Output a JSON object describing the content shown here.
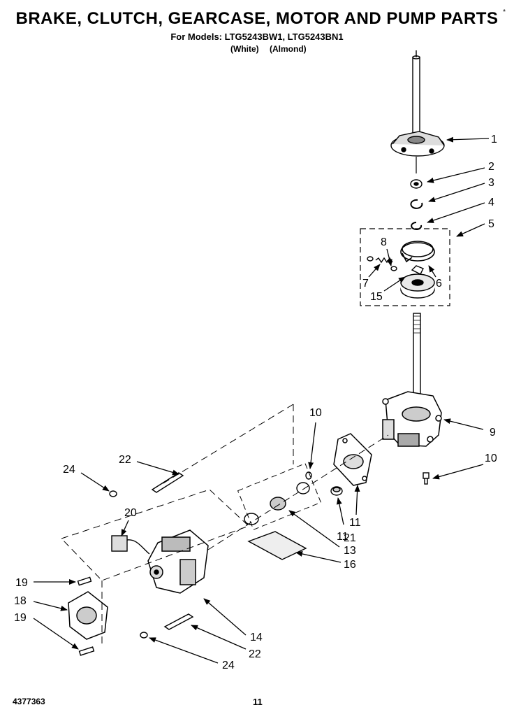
{
  "header": {
    "title": "BRAKE, CLUTCH, GEARCASE, MOTOR AND PUMP PARTS",
    "models_line": "For Models: LTG5243BW1, LTG5243BN1",
    "color_white": "(White)",
    "color_almond": "(Almond)",
    "corner_mark": "*"
  },
  "footer": {
    "document_number": "4377363",
    "page_number": "11"
  },
  "callouts": [
    "1",
    "2",
    "3",
    "4",
    "5",
    "6",
    "7",
    "8",
    "9",
    "10",
    "10",
    "11",
    "11",
    "13",
    "14",
    "15",
    "16",
    "18",
    "19",
    "19",
    "20",
    "21",
    "22",
    "22",
    "24",
    "24"
  ]
}
